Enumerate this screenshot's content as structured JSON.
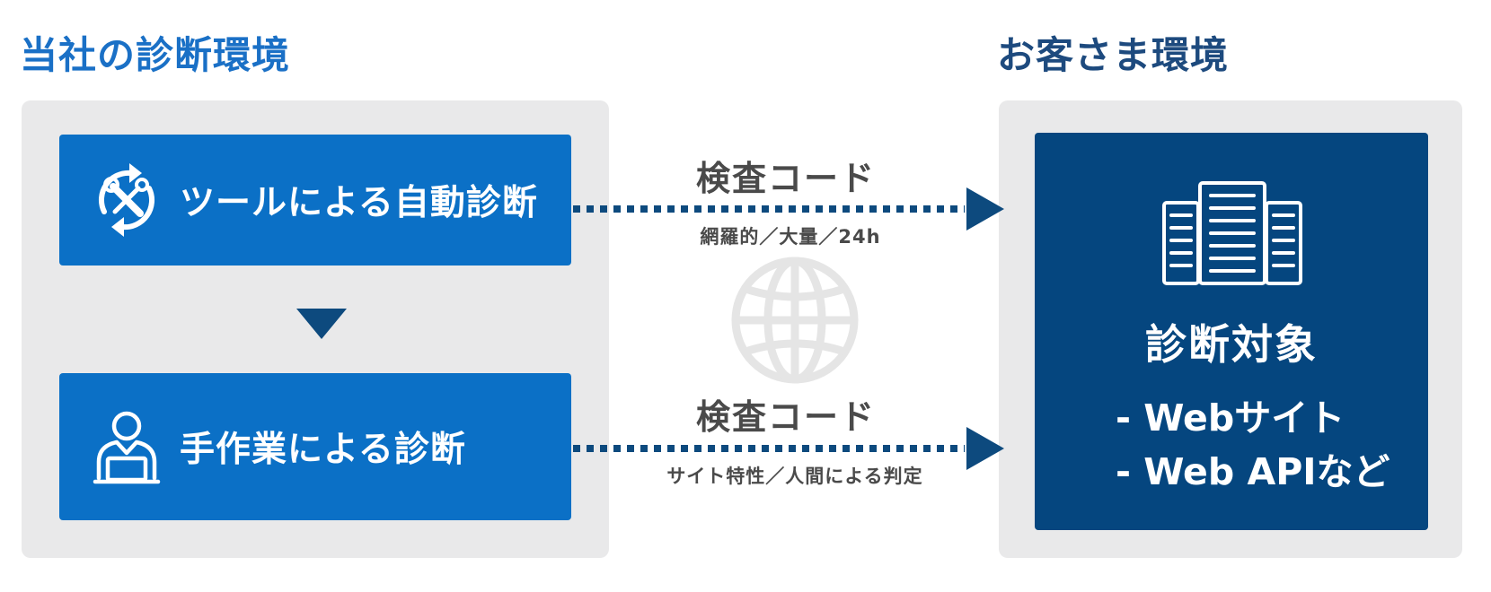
{
  "headings": {
    "left": "当社の診断環境",
    "right": "お客さま環境"
  },
  "methods": {
    "auto": {
      "label": "ツールによる自動診断",
      "icon": "tools-cycle-icon"
    },
    "manual": {
      "label": "手作業による診断",
      "icon": "person-laptop-icon"
    }
  },
  "edges": {
    "top": {
      "title": "検査コード",
      "subtitle": "網羅的／大量／24h"
    },
    "bottom": {
      "title": "検査コード",
      "subtitle": "サイト特性／人間による判定"
    }
  },
  "center_icon": "globe-icon",
  "target": {
    "title": "診断対象",
    "icon": "server-icon",
    "items": [
      "Webサイト",
      "Web APIなど"
    ]
  },
  "colors": {
    "heading_left": "#1a70c6",
    "heading_right": "#1d4a7e",
    "method_box": "#0b70c6",
    "target_box": "#05467f",
    "panel": "#e9e9ea",
    "arrow": "#0d4a7e",
    "globe": "#e5e5e5"
  }
}
